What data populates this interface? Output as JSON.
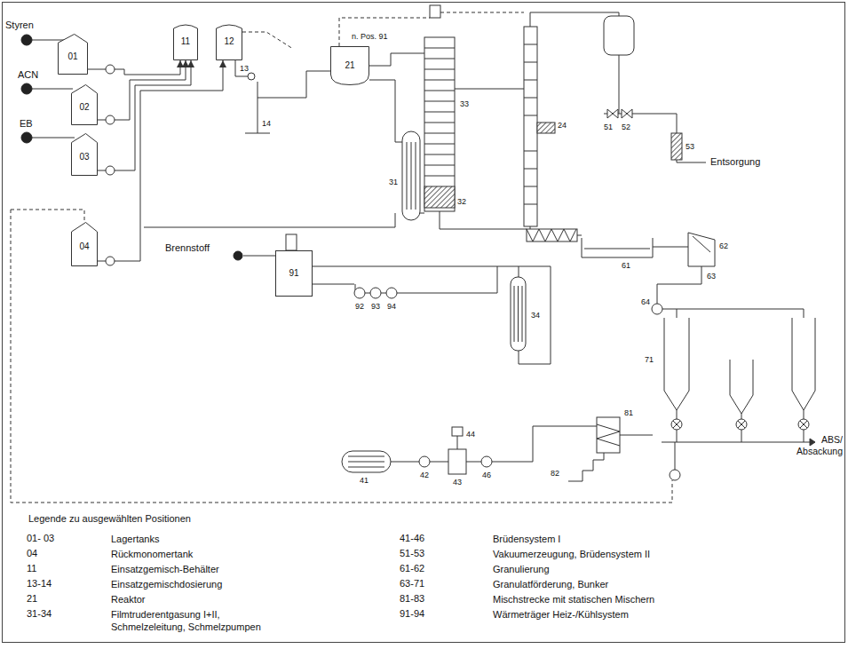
{
  "diagram": {
    "nodes": [
      {
        "text": [
          "01"
        ]
      },
      {
        "text": [
          "02"
        ]
      },
      {
        "text": [
          "03"
        ]
      },
      {
        "text": [
          "04"
        ]
      },
      {
        "text": [
          "11"
        ]
      },
      {
        "text": [
          "12"
        ]
      },
      {
        "text": [
          "21"
        ]
      },
      {
        "text": [
          "91"
        ]
      }
    ],
    "edges": [
      {
        "from": 0,
        "to": 4,
        "arrow": "to"
      },
      {
        "from": 1,
        "to": 4,
        "arrow": "to"
      },
      {
        "from": 2,
        "to": 4,
        "arrow": "to"
      },
      {
        "from": 3,
        "to": 5,
        "arrow": "to"
      }
    ],
    "labels": [
      "Styren",
      "ACN",
      "EB",
      "Brennstoff",
      "n. Pos. 91",
      "Entsorgung",
      "ABS/ Absackung",
      "13",
      "14",
      "31",
      "32",
      "33",
      "24",
      "51",
      "52",
      "53",
      "61",
      "62",
      "63",
      "64",
      "71",
      "92",
      "93",
      "94",
      "41",
      "42",
      "43",
      "46",
      "44",
      "81",
      "82",
      "34",
      "Legende zu ausgewählten Positionen",
      "01- 03",
      "04",
      "11",
      "13-14",
      "21",
      "31-34",
      "41-46",
      "51-53",
      "61-62",
      "63-71",
      "81-83",
      "91-94"
    ],
    "legend": [
      {
        "text": "Lagertanks"
      },
      {
        "text": "Rückmonomertank"
      },
      {
        "text": "Einsatzgemisch-Behälter"
      },
      {
        "text": "Einsatzgemischdosierung"
      },
      {
        "text": "Reaktor"
      },
      {
        "text": "Filmtruderentgasung I+II, Schmelzeleitung, Schmelzpumpen"
      },
      {
        "text": "Brüdensystem I"
      },
      {
        "text": "Vakuumerzeugung, Brüdensystem II"
      },
      {
        "text": "Granulierung"
      },
      {
        "text": "Granulatförderung, Bunker"
      },
      {
        "text": "Mischstrecke mit statischen Mischern"
      },
      {
        "text": "Wärmeträger Heiz-/Kühlsystem"
      }
    ]
  }
}
